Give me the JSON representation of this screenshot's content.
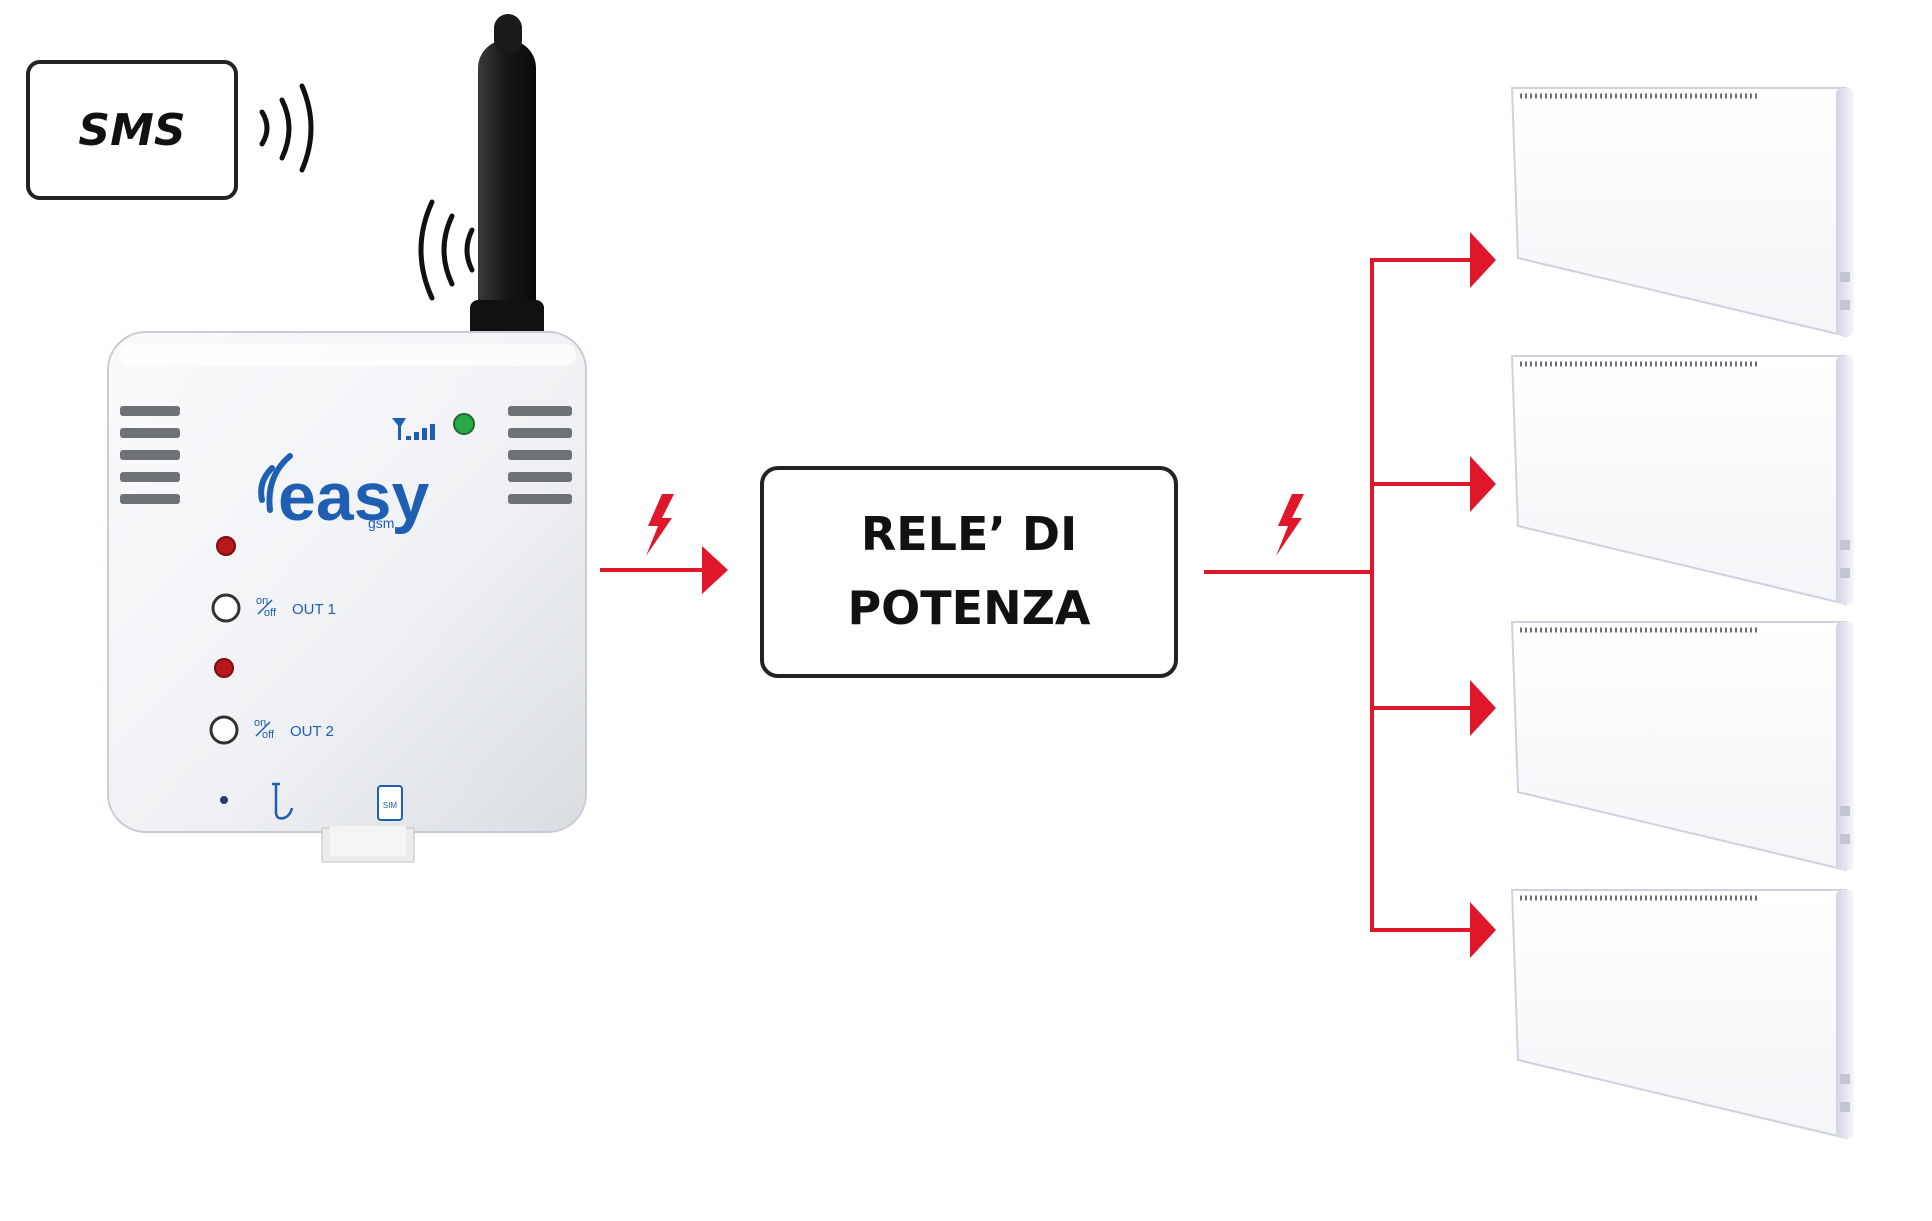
{
  "sms_box": {
    "label": "SMS"
  },
  "device": {
    "brand": "easy",
    "sub": "gsm",
    "out1_icon_on": "on",
    "out1_icon_off": "off",
    "out1_label": "OUT 1",
    "out2_icon_on": "on",
    "out2_icon_off": "off",
    "out2_label": "OUT 2",
    "sim_label": "SIM",
    "signal_icon": "signal-bars-icon",
    "antenna_icon": "antenna-icon",
    "headphone_icon": "audio-jack-icon"
  },
  "relay_box": {
    "line1": "RELE’ DI",
    "line2": "POTENZA"
  },
  "colors": {
    "arrow": "#e0162b",
    "brand_blue": "#1f5fb3",
    "box_stroke": "#222222",
    "led_red": "#b8181c",
    "led_green": "#2aa84a"
  },
  "radiators": {
    "count": 4,
    "icon": "radiator-icon"
  },
  "power_icon": "lightning-bolt-icon"
}
